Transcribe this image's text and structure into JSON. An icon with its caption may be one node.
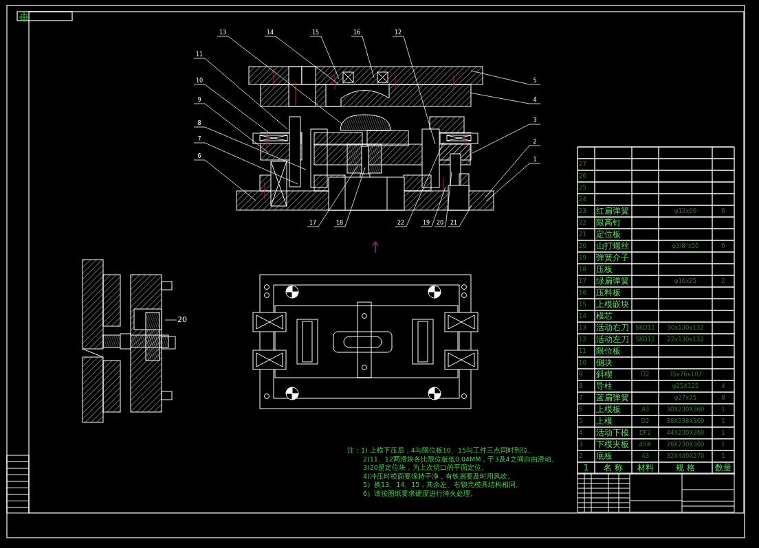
{
  "diagram": {
    "nodes": [
      {
        "text": [
          "13"
        ]
      },
      {
        "text": [
          "14"
        ]
      },
      {
        "text": [
          "15"
        ]
      },
      {
        "text": [
          "16"
        ]
      },
      {
        "text": [
          "12"
        ]
      },
      {
        "text": [
          "11"
        ]
      },
      {
        "text": [
          "10"
        ]
      },
      {
        "text": [
          "9"
        ]
      },
      {
        "text": [
          "8"
        ]
      },
      {
        "text": [
          "7"
        ]
      },
      {
        "text": [
          "6"
        ]
      },
      {
        "text": [
          "5"
        ]
      },
      {
        "text": [
          "4"
        ]
      },
      {
        "text": [
          "3"
        ]
      },
      {
        "text": [
          "2"
        ]
      },
      {
        "text": [
          "1"
        ]
      },
      {
        "text": [
          "17"
        ]
      },
      {
        "text": [
          "18"
        ]
      },
      {
        "text": [
          "22"
        ]
      },
      {
        "text": [
          "19"
        ]
      },
      {
        "text": [
          "20"
        ]
      },
      {
        "text": [
          "21"
        ]
      },
      {
        "text": [
          "20"
        ]
      }
    ],
    "edges": [
      {
        "from": 0,
        "to": null,
        "arrow": "none"
      },
      {
        "from": 1,
        "to": null,
        "arrow": "none"
      },
      {
        "from": 2,
        "to": null,
        "arrow": "none"
      },
      {
        "from": 3,
        "to": null,
        "arrow": "none"
      },
      {
        "from": 4,
        "to": null,
        "arrow": "none"
      },
      {
        "from": 5,
        "to": null,
        "arrow": "none"
      },
      {
        "from": 6,
        "to": null,
        "arrow": "none"
      },
      {
        "from": 7,
        "to": null,
        "arrow": "none"
      },
      {
        "from": 8,
        "to": null,
        "arrow": "none"
      },
      {
        "from": 9,
        "to": null,
        "arrow": "none"
      },
      {
        "from": 10,
        "to": null,
        "arrow": "none"
      },
      {
        "from": 11,
        "to": null,
        "arrow": "none"
      },
      {
        "from": 12,
        "to": null,
        "arrow": "none"
      },
      {
        "from": 13,
        "to": null,
        "arrow": "none"
      },
      {
        "from": 14,
        "to": null,
        "arrow": "none"
      },
      {
        "from": 15,
        "to": null,
        "arrow": "none"
      },
      {
        "from": 16,
        "to": null,
        "arrow": "none"
      },
      {
        "from": 17,
        "to": null,
        "arrow": "none"
      },
      {
        "from": 18,
        "to": null,
        "arrow": "none"
      },
      {
        "from": 19,
        "to": null,
        "arrow": "none"
      },
      {
        "from": 20,
        "to": null,
        "arrow": "none"
      },
      {
        "from": 21,
        "to": null,
        "arrow": "none"
      },
      {
        "from": 22,
        "to": null,
        "arrow": "none"
      }
    ],
    "labels": [
      "27",
      "26",
      "25",
      "24",
      "23",
      "红扁弹簧",
      "φ12x60",
      "6",
      "22",
      "限高钉",
      "21",
      "定位板",
      "20",
      "山打螺丝",
      "φ3/8\"x50",
      "6",
      "19",
      "弹簧介子",
      "18",
      "压板",
      "17",
      "绿扁弹簧",
      "φ16x25",
      "2",
      "16",
      "压料板",
      "15",
      "上模嵌块",
      "14",
      "模芯",
      "13",
      "活动右刀",
      "SKD11",
      "30x130x132",
      "12",
      "活动左刀",
      "SKD11",
      "22x130x132",
      "11",
      "限位板",
      "10",
      "侧块",
      "9",
      "斜楔",
      "D2",
      "35x76x107",
      "8",
      "导柱",
      "φ25X125",
      "4",
      "7",
      "蓝扁弹簧",
      "φ27x75",
      "8",
      "6",
      "上模板",
      "A3",
      "30X230X360",
      "1",
      "5",
      "上模",
      "D2",
      "38X238X360",
      "1",
      "4",
      "活动下模",
      "DF2",
      "44X230X360",
      "1",
      "3",
      "下模夹板",
      "45#",
      "28X230X360",
      "1",
      "2",
      "底板",
      "A3",
      "32X440X270",
      "1",
      "1",
      "名 称",
      "材料",
      "规 格",
      "数量",
      "注：1) 上模下压后，4与限位板10、15与工件三点同时到位。",
      "2)11、12两滑块各比限位板低0.04MM，于3及4之间自由滑动。",
      "3)20是定位块，为上次切口的平面定位。",
      "4)冲压时模面要保持干净，有铁屑要及时用风吹。",
      "5）换13、14、15，其余左、右锁壳模具结构相同。",
      "6）请按图纸要求硬度进行淬火处理。"
    ]
  }
}
